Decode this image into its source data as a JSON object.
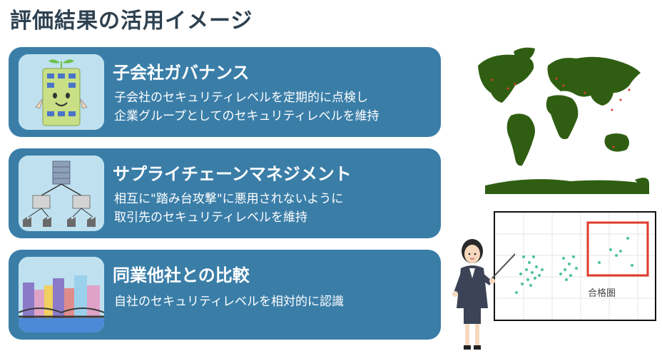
{
  "page": {
    "title": "評価結果の活用イメージ"
  },
  "cards": [
    {
      "heading": "子会社ガバナンス",
      "lines": [
        "子会社のセキュリティレベルを定期的に点検し",
        "企業グループとしてのセキュリティレベルを維持"
      ],
      "icon": "smiling-office-building-icon"
    },
    {
      "heading": "サプライチェーンマネジメント",
      "lines": [
        "相互に\"踏み台攻撃\"に悪用されないように",
        "取引先のセキュリティレベルを維持"
      ],
      "icon": "supply-chain-network-icon"
    },
    {
      "heading": "同業他社との比較",
      "lines": [
        "自社のセキュリティレベルを相対的に認識"
      ],
      "icon": "city-skyline-icon"
    }
  ],
  "illustration": {
    "map_icon": "world-map-icon",
    "scatter_label": "合格圏",
    "presenter_icon": "presenter-woman-icon",
    "colors": {
      "card": "#3a7ea8",
      "map_land": "#2f5e12",
      "dot": "#4dc29b",
      "highlight": "#e03a2a"
    }
  }
}
